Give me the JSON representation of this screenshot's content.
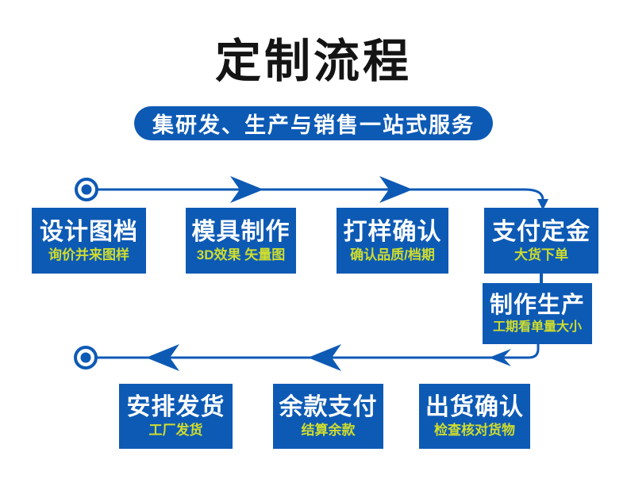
{
  "header": {
    "title": "定制流程",
    "banner": "集研发、生产与销售一站式服务"
  },
  "colors": {
    "primary_blue": "#0d5ab5",
    "subtitle_yellow_green": "#cfdd2d",
    "title_black": "#141414",
    "box_text_white": "#ffffff",
    "background": "#ffffff"
  },
  "flow": {
    "direction_note": "top row flows left-to-right, then down, bottom row flows right-to-left",
    "row1": [
      {
        "title": "设计图档",
        "subtitle": "询价并来图样"
      },
      {
        "title": "模具制作",
        "subtitle": "3D效果 矢量图"
      },
      {
        "title": "打样确认",
        "subtitle": "确认品质/档期"
      },
      {
        "title": "支付定金",
        "subtitle": "大货下单"
      }
    ],
    "middle": {
      "title": "制作生产",
      "subtitle": "工期看单量大小"
    },
    "row2": [
      {
        "title": "安排发货",
        "subtitle": "工厂发货"
      },
      {
        "title": "余款支付",
        "subtitle": "结算余款"
      },
      {
        "title": "出货确认",
        "subtitle": "检查核对货物"
      }
    ]
  },
  "icons": {
    "start": "flow-start-circle",
    "end": "flow-end-circle",
    "right_arrows": 2,
    "left_arrows": 2,
    "small_left_arrow": 1,
    "down_arrow": 1
  }
}
